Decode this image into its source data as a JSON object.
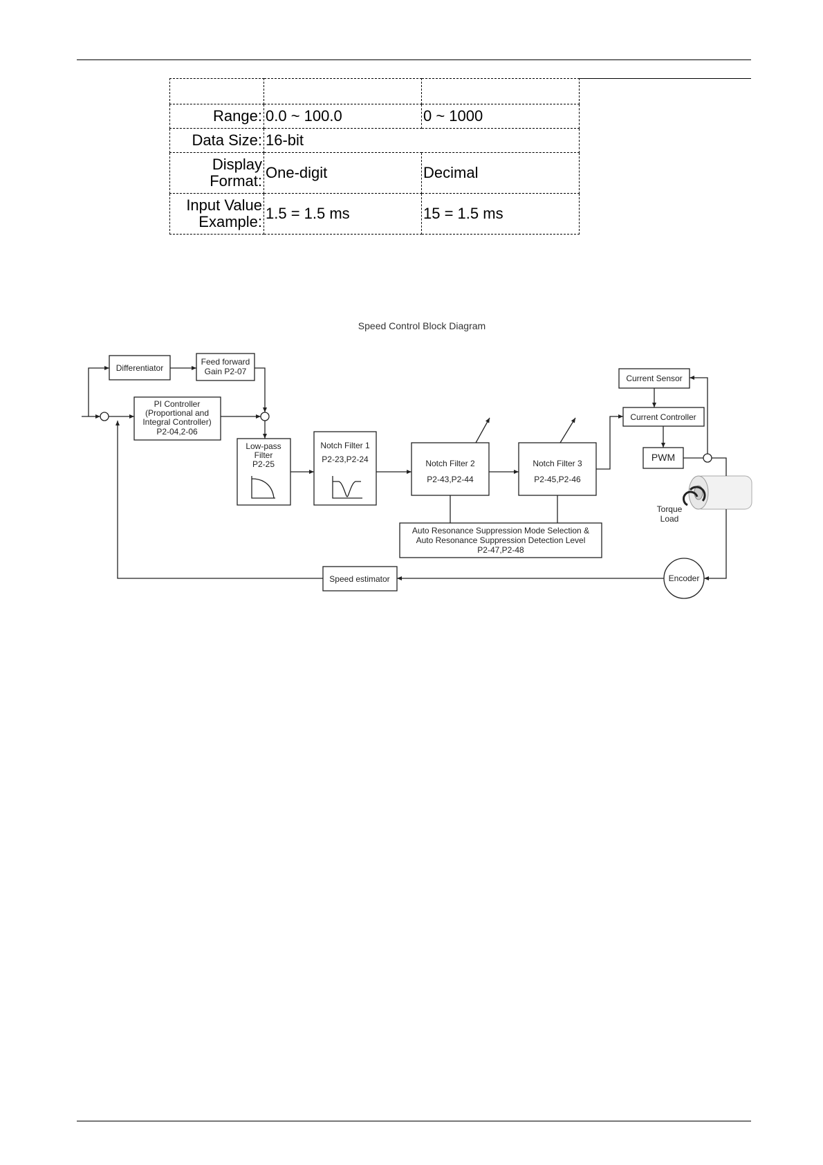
{
  "table": {
    "rows": [
      {
        "label": "",
        "col1": "",
        "col2": ""
      },
      {
        "label": "Range:",
        "col1": "0.0 ~ 100.0",
        "col2": "0 ~ 1000"
      },
      {
        "label": "Data Size:",
        "col1": "16-bit",
        "col2": ""
      },
      {
        "label_line1": "Display",
        "label_line2": "Format:",
        "col1": "One-digit",
        "col2": "Decimal"
      },
      {
        "label_line1": "Input Value",
        "label_line2": "Example:",
        "col1": "1.5 = 1.5 ms",
        "col2": "15 = 1.5 ms"
      }
    ]
  },
  "diagram": {
    "title": "Speed Control Block Diagram",
    "differentiator": "Differentiator",
    "feed_forward": [
      "Feed forward",
      "Gain P2-07"
    ],
    "pi_controller": [
      "PI Controller",
      "(Proportional and",
      "Integral Controller)",
      "P2-04,2-06"
    ],
    "low_pass": [
      "Low-pass",
      "Filter",
      "P2-25"
    ],
    "notch1": [
      "Notch Filter 1",
      "P2-23,P2-24"
    ],
    "notch2": [
      "Notch Filter 2",
      "P2-43,P2-44"
    ],
    "notch3": [
      "Notch Filter 3",
      "P2-45,P2-46"
    ],
    "current_sensor": "Current Sensor",
    "current_controller": "Current Controller",
    "pwm": "PWM",
    "torque_load": [
      "Torque",
      "Load"
    ],
    "auto_resonance": [
      "Auto Resonance Suppression Mode Selection &",
      "Auto Resonance Suppression Detection Level",
      "P2-47,P2-48"
    ],
    "speed_estimator": "Speed estimator",
    "encoder": "Encoder"
  }
}
